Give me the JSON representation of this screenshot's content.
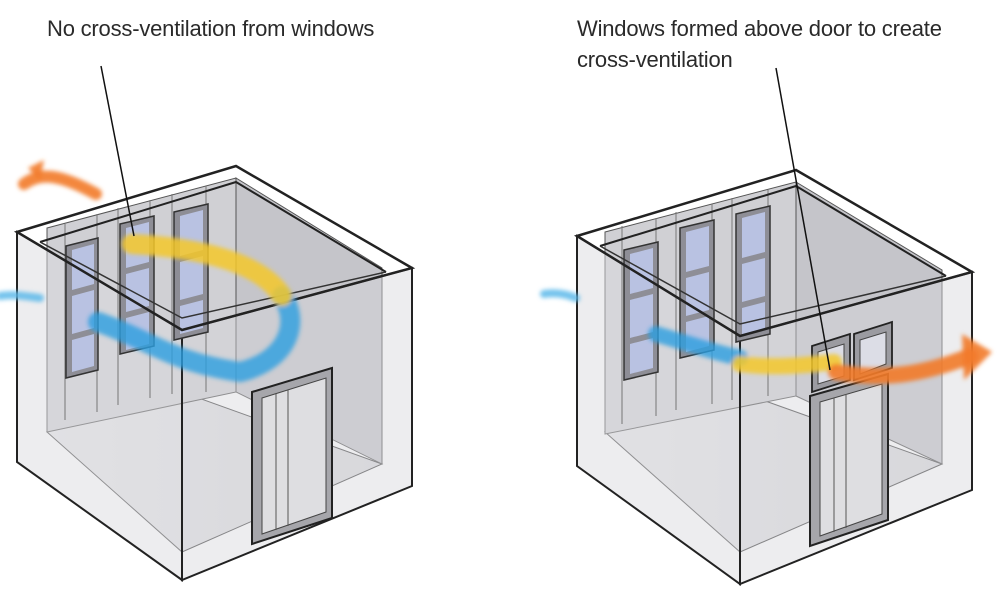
{
  "panels": {
    "left": {
      "caption": "No cross-ventilation from windows"
    },
    "right": {
      "caption_line1": "Windows formed above door to create",
      "caption_line2": "cross-ventilation"
    }
  },
  "colors": {
    "cool_air": "#5cb8ea",
    "cool_air_deep": "#2a9fe0",
    "warm_air": "#f5c82c",
    "exhaust_air": "#f27a2a",
    "wall_fill": "#d3d3d6",
    "wall_light": "#e8e8ea",
    "glass": "#b9c2e2",
    "outline": "#1c1c1c"
  }
}
